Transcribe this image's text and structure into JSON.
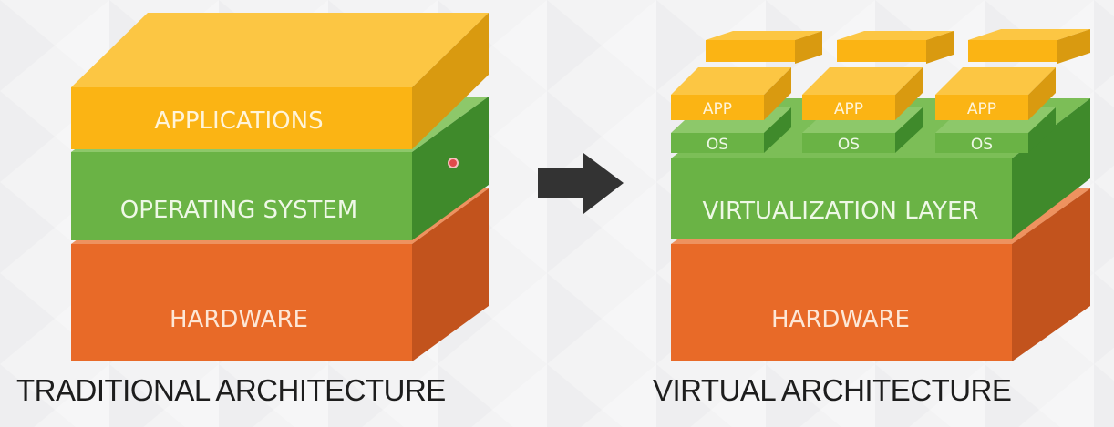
{
  "colors": {
    "yellow": "#fbb414",
    "green": "#6ab345",
    "orange": "#e86a28",
    "arrow": "#333333",
    "caption": "#1d1d1d"
  },
  "traditional": {
    "caption": "TRADITIONAL ARCHITECTURE",
    "layers": {
      "applications": "APPLICATIONS",
      "os": "OPERATING SYSTEM",
      "hardware": "HARDWARE"
    }
  },
  "virtual": {
    "caption": "VIRTUAL ARCHITECTURE",
    "layers": {
      "virtualization": "VIRTUALIZATION LAYER",
      "hardware": "HARDWARE"
    },
    "vms": [
      {
        "app": "APP",
        "os": "OS"
      },
      {
        "app": "APP",
        "os": "OS"
      },
      {
        "app": "APP",
        "os": "OS"
      }
    ]
  },
  "transition_arrow_icon": "right-arrow-icon"
}
